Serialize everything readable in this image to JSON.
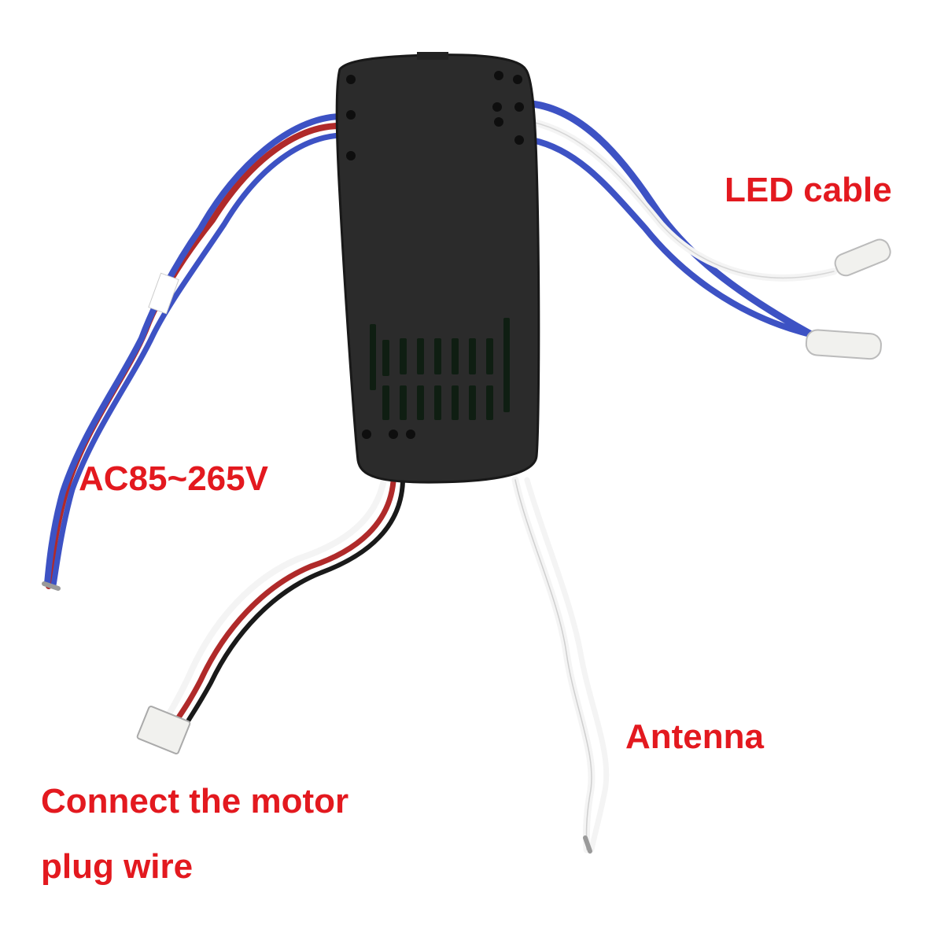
{
  "colors": {
    "label": "#e3191f",
    "controller_body": "#2b2b2b",
    "wire_blue": "#3d52c4",
    "wire_white": "#f4f4f4",
    "wire_red": "#b02a2a",
    "wire_black": "#1a1a1a",
    "connector": "#f1f1ee",
    "terminal": "#9a9a9a"
  },
  "labels": {
    "led_cable": "LED cable",
    "ac_input": "AC85~265V",
    "antenna": "Antenna",
    "motor_line1": "Connect the motor",
    "motor_line2": "plug wire"
  }
}
